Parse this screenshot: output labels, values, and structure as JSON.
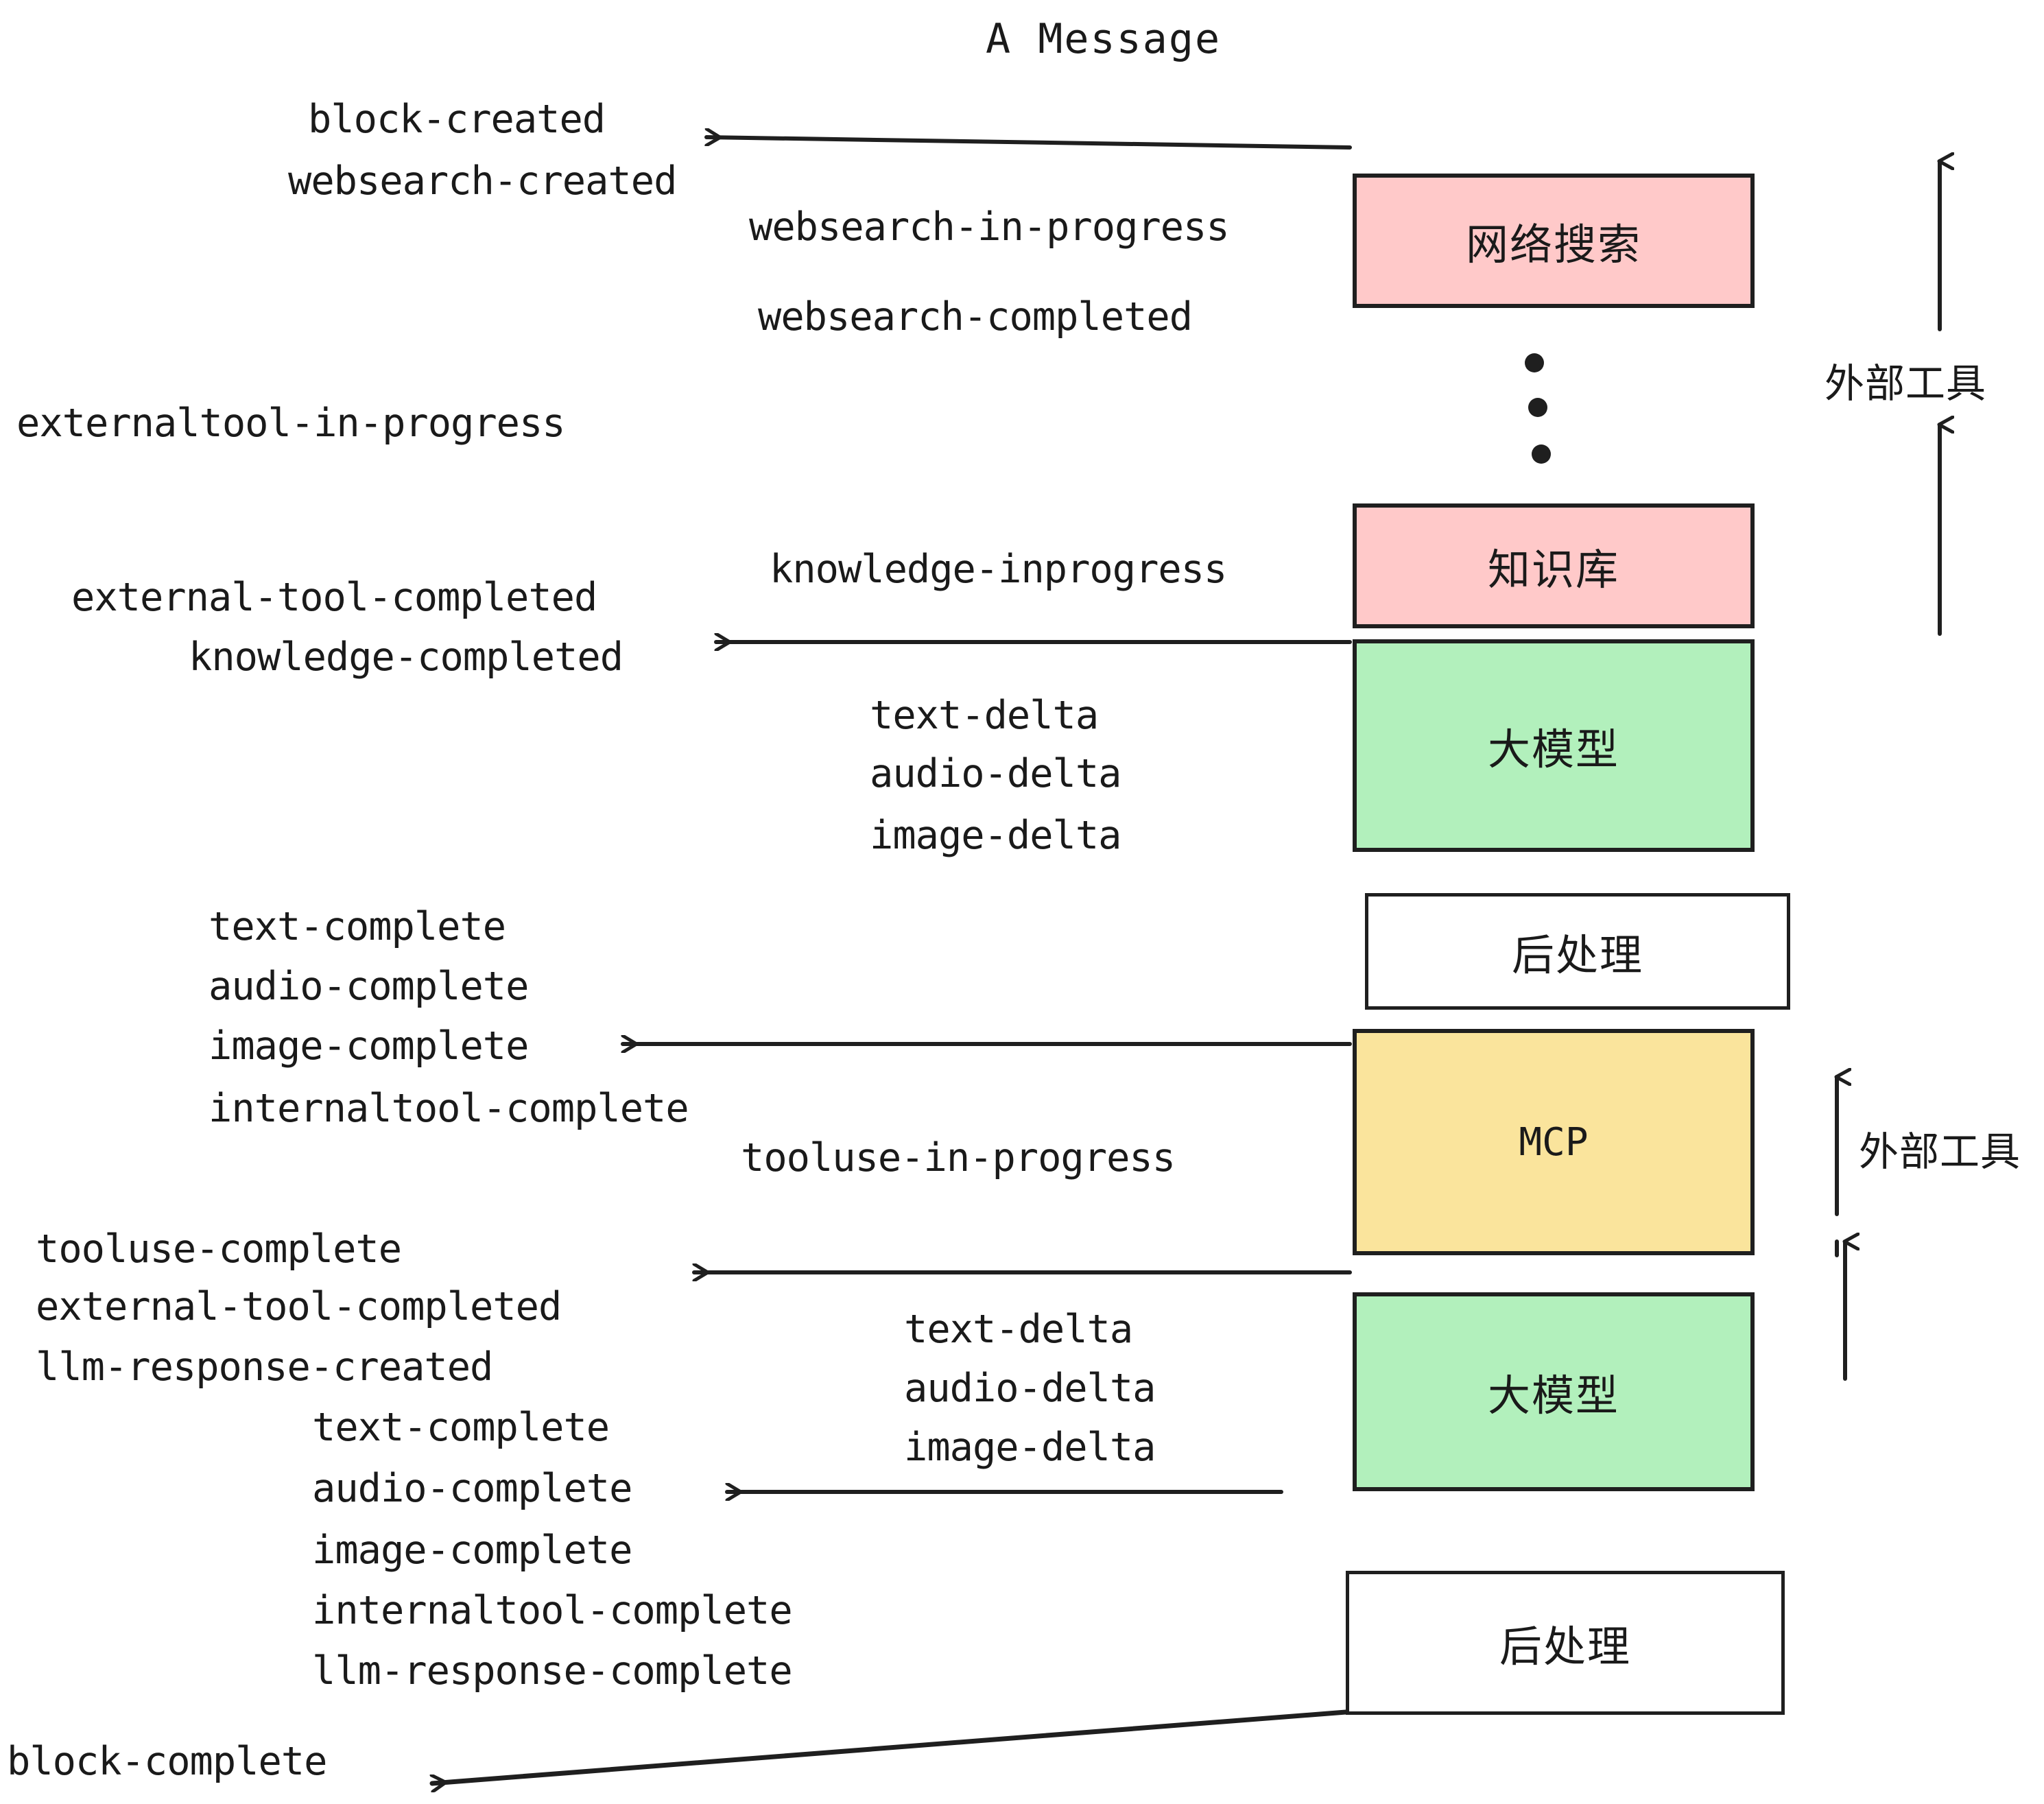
{
  "title": "A Message",
  "colors": {
    "pink": "#FFC9C9",
    "green": "#B2F0BC",
    "yellow": "#FAE49C",
    "white": "#FFFFFF",
    "stroke": "#1F1F1F",
    "text": "#1A1A1A"
  },
  "boxes": {
    "websearch": "网络搜索",
    "knowledge": "知识库",
    "llm_top": "大模型",
    "postprocess_top": "后处理",
    "mcp": "MCP",
    "llm_bottom": "大模型",
    "postprocess_bottom": "后处理"
  },
  "side_labels": {
    "external_tool_top": "外部工具",
    "external_tool_bottom": "外部工具"
  },
  "events": {
    "block_created": "block-created",
    "websearch_created": "websearch-created",
    "websearch_in_progress": "websearch-in-progress",
    "websearch_completed": "websearch-completed",
    "externaltool_in_progress": "externaltool-in-progress",
    "knowledge_inprogress": "knowledge-inprogress",
    "external_tool_completed_1": "external-tool-completed",
    "knowledge_completed": "knowledge-completed",
    "text_delta_1": "text-delta",
    "audio_delta_1": "audio-delta",
    "image_delta_1": "image-delta",
    "text_complete_1": "text-complete",
    "audio_complete_1": "audio-complete",
    "image_complete_1": "image-complete",
    "internaltool_complete_1": "internaltool-complete",
    "tooluse_in_progress": "tooluse-in-progress",
    "tooluse_complete": "tooluse-complete",
    "external_tool_completed_2": "external-tool-completed",
    "llm_response_created": "llm-response-created",
    "text_delta_2": "text-delta",
    "audio_delta_2": "audio-delta",
    "image_delta_2": "image-delta",
    "text_complete_2": "text-complete",
    "audio_complete_2": "audio-complete",
    "image_complete_2": "image-complete",
    "internaltool_complete_2": "internaltool-complete",
    "llm_response_complete": "llm-response-complete",
    "block_complete": "block-complete"
  }
}
